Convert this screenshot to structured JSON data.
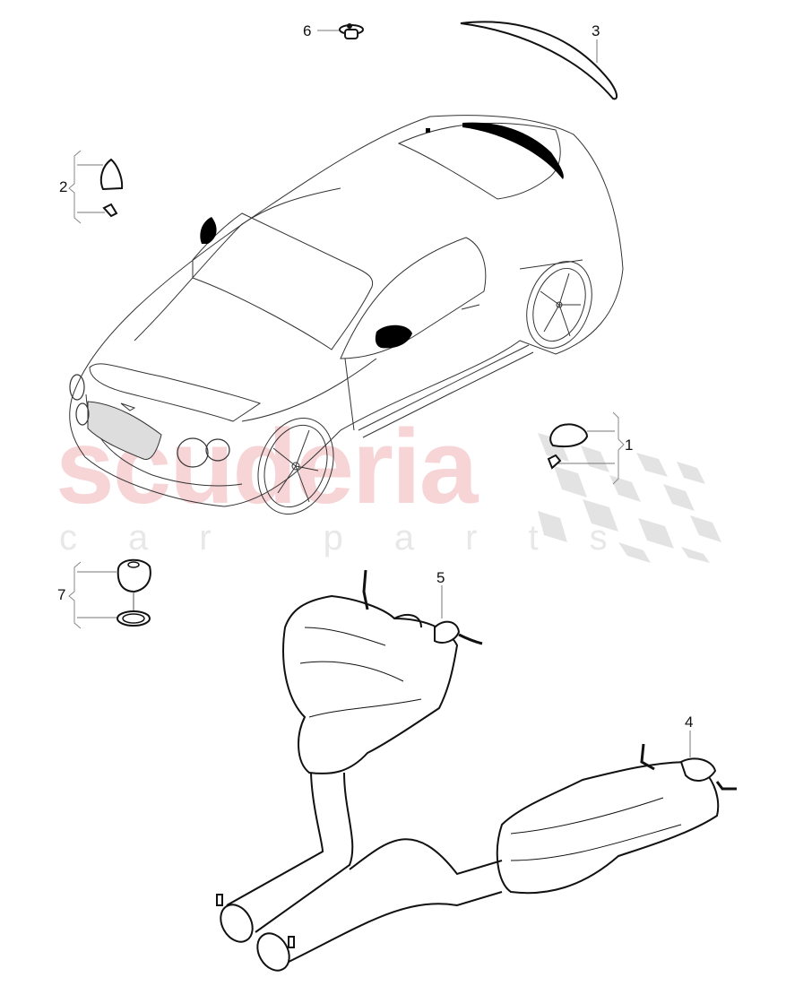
{
  "diagram": {
    "type": "exploded parts diagram",
    "subject": "coupe car with exterior parts and rear exhaust system",
    "watermark": {
      "main_text": "scuderia",
      "sub_text": "car parts",
      "main_color": "#f7d4d6",
      "sub_color": "#e8e8e8",
      "checker_color": "#e3e3e3"
    },
    "callouts": [
      {
        "id": "1",
        "label": "1",
        "part": "right exterior mirror cap pair"
      },
      {
        "id": "2",
        "label": "2",
        "part": "left exterior mirror cap pair"
      },
      {
        "id": "3",
        "label": "3",
        "part": "rear spoiler / trim strip"
      },
      {
        "id": "4",
        "label": "4",
        "part": "rear silencer (right)"
      },
      {
        "id": "5",
        "label": "5",
        "part": "rear silencer (left)"
      },
      {
        "id": "6",
        "label": "6",
        "part": "clip / fastener"
      },
      {
        "id": "7",
        "label": "7",
        "part": "cap with seal ring"
      }
    ],
    "colors": {
      "line": "#111111",
      "thin_line": "#555555",
      "leader": "#777777",
      "fill_black": "#000000"
    }
  }
}
